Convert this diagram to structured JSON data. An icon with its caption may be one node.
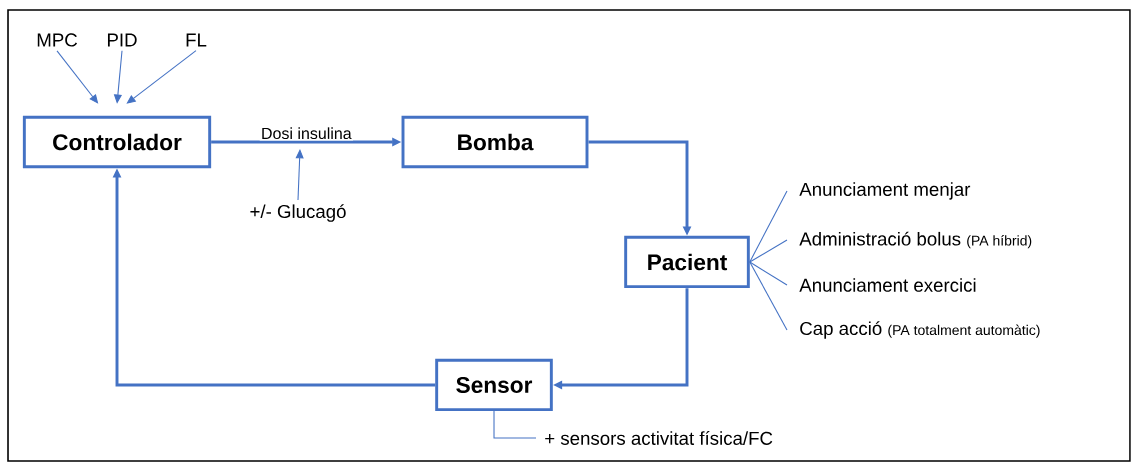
{
  "diagram": {
    "nodes": [
      {
        "text": [
          "Controlador"
        ]
      },
      {
        "text": [
          "Bomba"
        ]
      },
      {
        "text": [
          "Pacient"
        ]
      },
      {
        "text": [
          "Sensor"
        ]
      },
      {
        "text": [
          "MPC"
        ]
      },
      {
        "text": [
          "PID"
        ]
      },
      {
        "text": [
          "FL"
        ]
      },
      {
        "text": [
          "+/- Glucagó"
        ]
      },
      {
        "text": [
          "Anunciament menjar"
        ]
      },
      {
        "text": [
          "Administració bolus",
          "(PA híbrid)"
        ]
      },
      {
        "text": [
          "Anunciament exercici"
        ]
      },
      {
        "text": [
          "Cap acció",
          "(PA totalment automàtic)"
        ]
      },
      {
        "text": [
          "+ sensors activitat física/FC"
        ]
      }
    ],
    "edges": [
      {
        "from": 0,
        "to": 1,
        "arrow": "to",
        "label": "Dosi insulina",
        "style": "thick"
      },
      {
        "from": 1,
        "to": 2,
        "arrow": "to",
        "style": "thick"
      },
      {
        "from": 2,
        "to": 3,
        "arrow": "to",
        "style": "thick"
      },
      {
        "from": 3,
        "to": 0,
        "arrow": "to",
        "style": "thick"
      },
      {
        "from": 4,
        "to": 0,
        "arrow": "to"
      },
      {
        "from": 5,
        "to": 0,
        "arrow": "to"
      },
      {
        "from": 6,
        "to": 0,
        "arrow": "to"
      },
      {
        "from": 7,
        "to": null,
        "arrow": "to"
      },
      {
        "from": 2,
        "to": 8,
        "arrow": "none"
      },
      {
        "from": 2,
        "to": 9,
        "arrow": "none"
      },
      {
        "from": 2,
        "to": 10,
        "arrow": "none"
      },
      {
        "from": 2,
        "to": 11,
        "arrow": "none"
      },
      {
        "from": 3,
        "to": 12,
        "arrow": "none"
      }
    ]
  }
}
